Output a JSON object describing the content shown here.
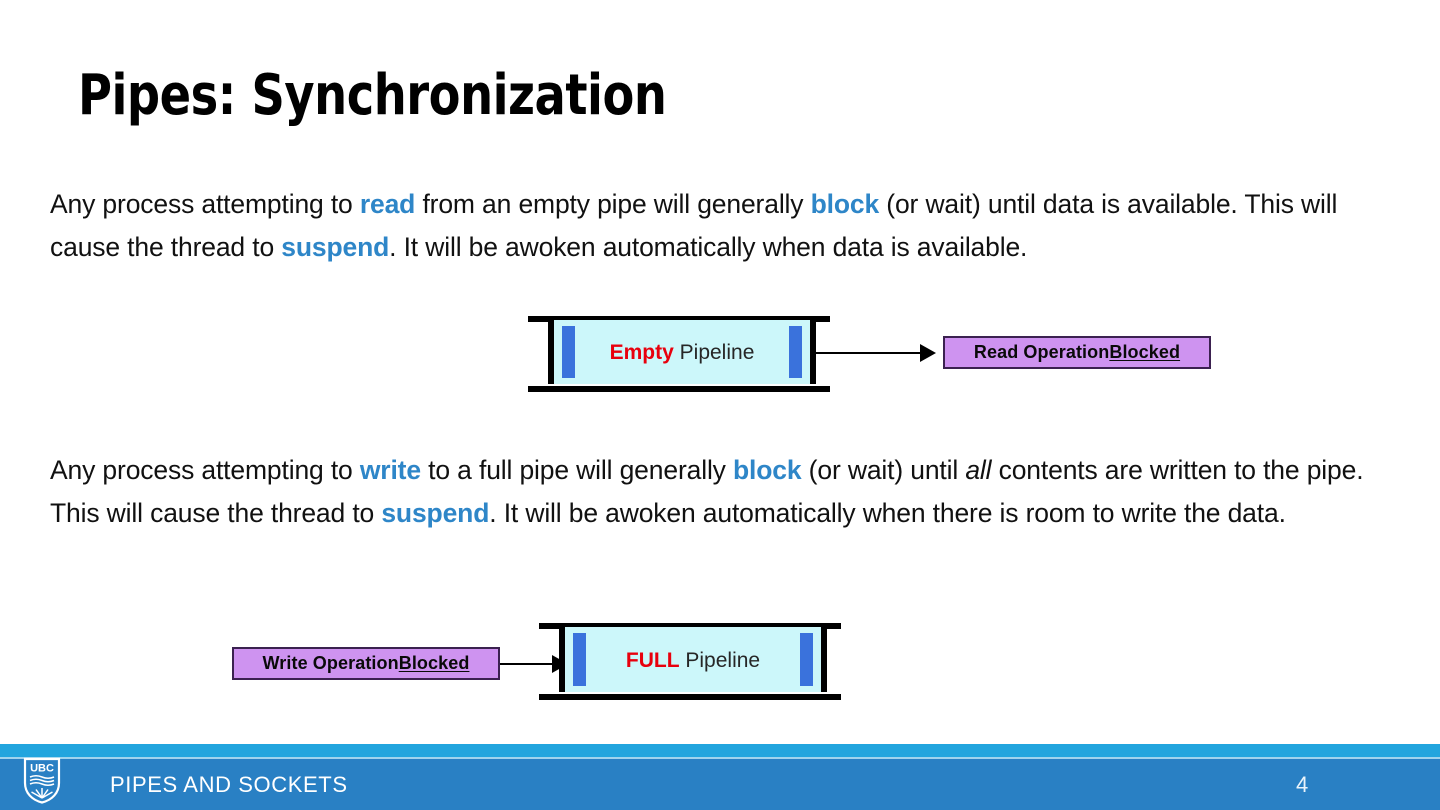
{
  "slide": {
    "title": "Pipes: Synchronization",
    "page_number": "4",
    "accent_color": "#2E86C8",
    "footer_bar_color": "#2980C4",
    "footer_band_color": "#22A5DE",
    "pipe_fill_color": "#CCF7FA",
    "plunger_color": "#3A72DC",
    "callout_fill_color": "#CE93F0",
    "state_text_color": "#E8000D"
  },
  "paragraphs": {
    "read": {
      "seg1": "Any process attempting to ",
      "kw1": "read",
      "seg2": " from an empty pipe will generally ",
      "kw2": "block",
      "seg3": " (or wait) until data is available.  This will cause the thread to ",
      "kw3": "suspend",
      "seg4": ".  It will be awoken automatically when data is available."
    },
    "write": {
      "seg1": "Any process attempting to ",
      "kw1": "write",
      "seg2": " to a full pipe will generally ",
      "kw2": "block",
      "seg3": " (or wait) until ",
      "ital1": "all",
      "seg4": " contents are written to the pipe.  This will cause the thread to ",
      "kw3": "suspend",
      "seg5": ".  It will be awoken automatically when there is room to write the data."
    }
  },
  "diagram_read": {
    "pipe_state": "Empty",
    "pipe_word": " Pipeline",
    "callout_prefix": "Read Operation ",
    "callout_emphasis": "Blocked"
  },
  "diagram_write": {
    "pipe_state": "FULL",
    "pipe_word": " Pipeline",
    "callout_prefix": "Write Operation ",
    "callout_emphasis": "Blocked"
  },
  "footer": {
    "section_label": "PIPES AND SOCKETS",
    "logo_text": "UBC",
    "page_number": "4"
  }
}
